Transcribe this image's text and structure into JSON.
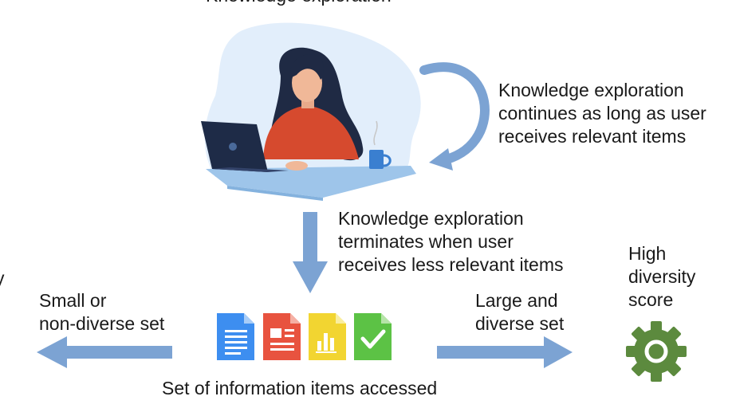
{
  "top_caption_fragment": "Knowledge exploration",
  "left_caption_fragment": "y",
  "loop_label": [
    "Knowledge exploration",
    "continues as long as user",
    "receives relevant items"
  ],
  "terminate_label": [
    "Knowledge exploration",
    "terminates when user",
    "receives less relevant items"
  ],
  "small_set_label": [
    "Small or",
    "non-diverse set"
  ],
  "large_set_label": [
    "Large and",
    "diverse set"
  ],
  "high_score_label": [
    "High",
    "diversity",
    "score"
  ],
  "items_caption": "Set of information items accessed",
  "documents": [
    {
      "name": "text-document-icon",
      "color": "#3d8ef0"
    },
    {
      "name": "layout-document-icon",
      "color": "#e8533f"
    },
    {
      "name": "chart-document-icon",
      "color": "#f2d531"
    },
    {
      "name": "check-document-icon",
      "color": "#5cc245"
    }
  ],
  "colors": {
    "arrow": "#7ca3d3",
    "gear": "#5c8a3e"
  }
}
